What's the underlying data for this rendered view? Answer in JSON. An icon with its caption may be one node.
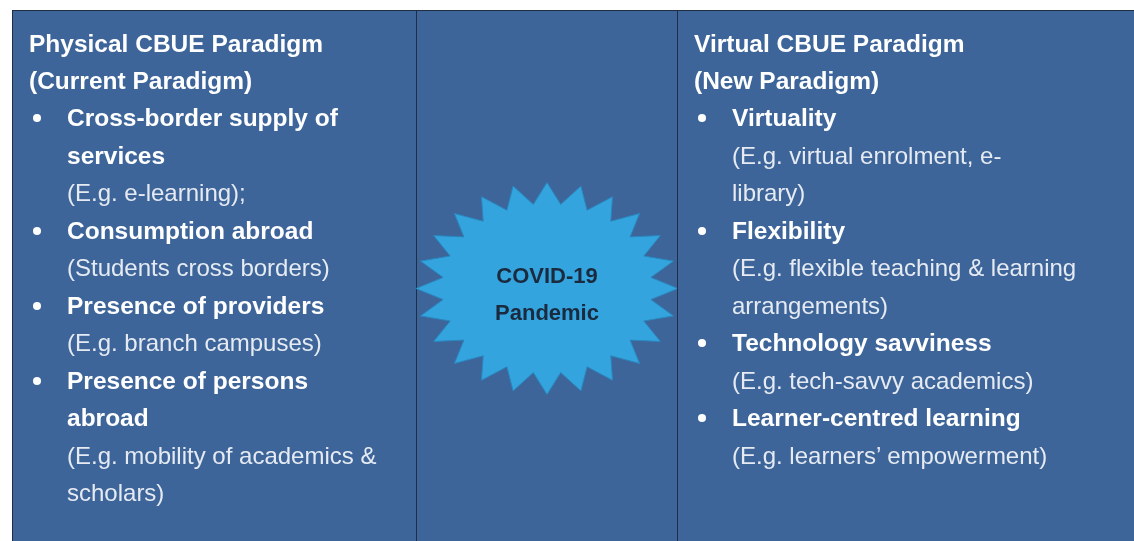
{
  "diagram": {
    "nodes": [
      {
        "text": [
          "Physical CBUE Paradigm (Current Paradigm)",
          "Cross-border supply of services",
          "(E.g. e-learning);",
          "Consumption abroad",
          "(Students cross borders)",
          "Presence of providers",
          "(E.g. branch campuses)",
          "Presence of persons abroad",
          "(E.g. mobility of academics & scholars)"
        ]
      },
      {
        "text": [
          "COVID-19 Pandemic"
        ]
      },
      {
        "text": [
          "Virtual CBUE Paradigm (New Paradigm)",
          "Virtuality",
          "(E.g. virtual enrolment, e-library)",
          "Flexibility",
          "(E.g. flexible teaching & learning arrangements)",
          "Technology savviness",
          "(E.g. tech-savvy academics)",
          "Learner-centred learning",
          "(E.g. learners’ empowerment)"
        ]
      }
    ]
  }
}
